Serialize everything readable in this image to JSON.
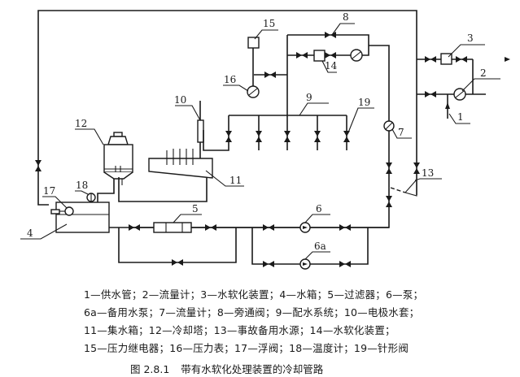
{
  "figure": {
    "number": "图 2.8.1",
    "title": "带有水软化处理装置的冷却管路"
  },
  "components": [
    {
      "id": "1",
      "name": "供水管"
    },
    {
      "id": "2",
      "name": "流量计"
    },
    {
      "id": "3",
      "name": "水软化装置"
    },
    {
      "id": "4",
      "name": "水箱"
    },
    {
      "id": "5",
      "name": "过滤器"
    },
    {
      "id": "6",
      "name": "泵"
    },
    {
      "id": "6a",
      "name": "备用水泵"
    },
    {
      "id": "7",
      "name": "流量计"
    },
    {
      "id": "8",
      "name": "旁通阀"
    },
    {
      "id": "9",
      "name": "配水系统"
    },
    {
      "id": "10",
      "name": "电极水套"
    },
    {
      "id": "11",
      "name": "集水箱"
    },
    {
      "id": "12",
      "name": "冷却塔"
    },
    {
      "id": "13",
      "name": "事故备用水源"
    },
    {
      "id": "14",
      "name": "水软化装置"
    },
    {
      "id": "15",
      "name": "压力继电器"
    },
    {
      "id": "16",
      "name": "压力表"
    },
    {
      "id": "17",
      "name": "浮阀"
    },
    {
      "id": "18",
      "name": "温度计"
    },
    {
      "id": "19",
      "name": "针形阀"
    }
  ],
  "legend_lines": [
    "1—供水管；2—流量计；3—水软化装置；4—水箱；5—过滤器；6—泵；",
    "6a—备用水泵；7—流量计；8—旁通阀；9—配水系统；10—电极水套；",
    "11—集水箱；12—冷却塔；13—事故备用水源；14—水软化装置；",
    "15—压力继电器；16—压力表；17—浮阀；18—温度计；19—针形阀"
  ],
  "callouts": {
    "c1": "1",
    "c2": "2",
    "c3": "3",
    "c4": "4",
    "c5": "5",
    "c6": "6",
    "c6a": "6a",
    "c7": "7",
    "c8": "8",
    "c9": "9",
    "c10": "10",
    "c11": "11",
    "c12": "12",
    "c13": "13",
    "c14": "14",
    "c15": "15",
    "c16": "16",
    "c17": "17",
    "c18": "18",
    "c19": "19"
  }
}
